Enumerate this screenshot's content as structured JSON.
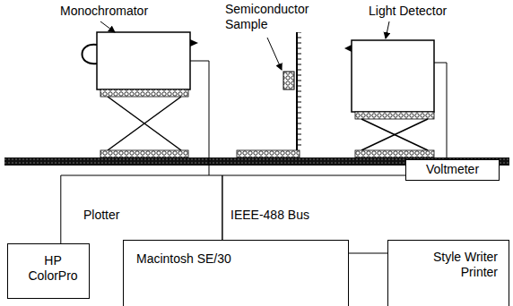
{
  "diagram": {
    "nodes": [
      {
        "text": [
          "Voltmeter"
        ]
      },
      {
        "text": [
          "HP ColorPro"
        ]
      },
      {
        "text": [
          "Macintosh SE/30"
        ]
      },
      {
        "text": [
          "Style Writer Printer"
        ]
      }
    ],
    "edges": [
      {
        "from": 1,
        "to": 2,
        "arrow": "none"
      },
      {
        "from": 2,
        "to": 0,
        "arrow": "none"
      },
      {
        "from": 2,
        "to": 3,
        "arrow": "none"
      }
    ],
    "labels": [
      "Monochromator",
      "Semiconductor Sample",
      "Light Detector",
      "Plotter",
      "IEEE-488 Bus"
    ]
  }
}
